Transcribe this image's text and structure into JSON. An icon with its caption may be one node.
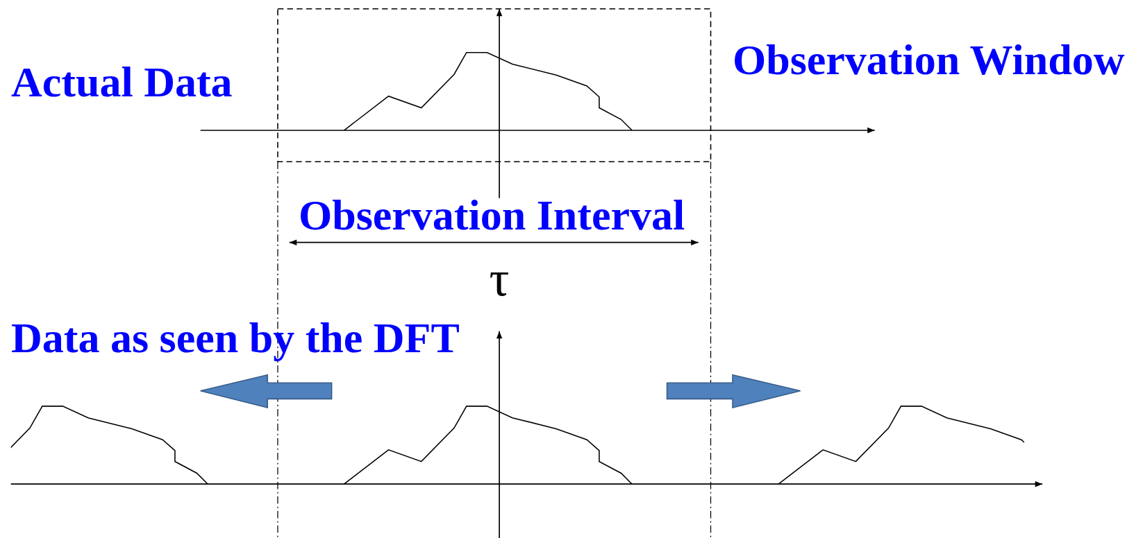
{
  "diagram": {
    "labels": [
      "Observation Window",
      "Actual Data",
      "Observation Interval",
      "τ",
      "Data as seen by the DFT"
    ]
  }
}
